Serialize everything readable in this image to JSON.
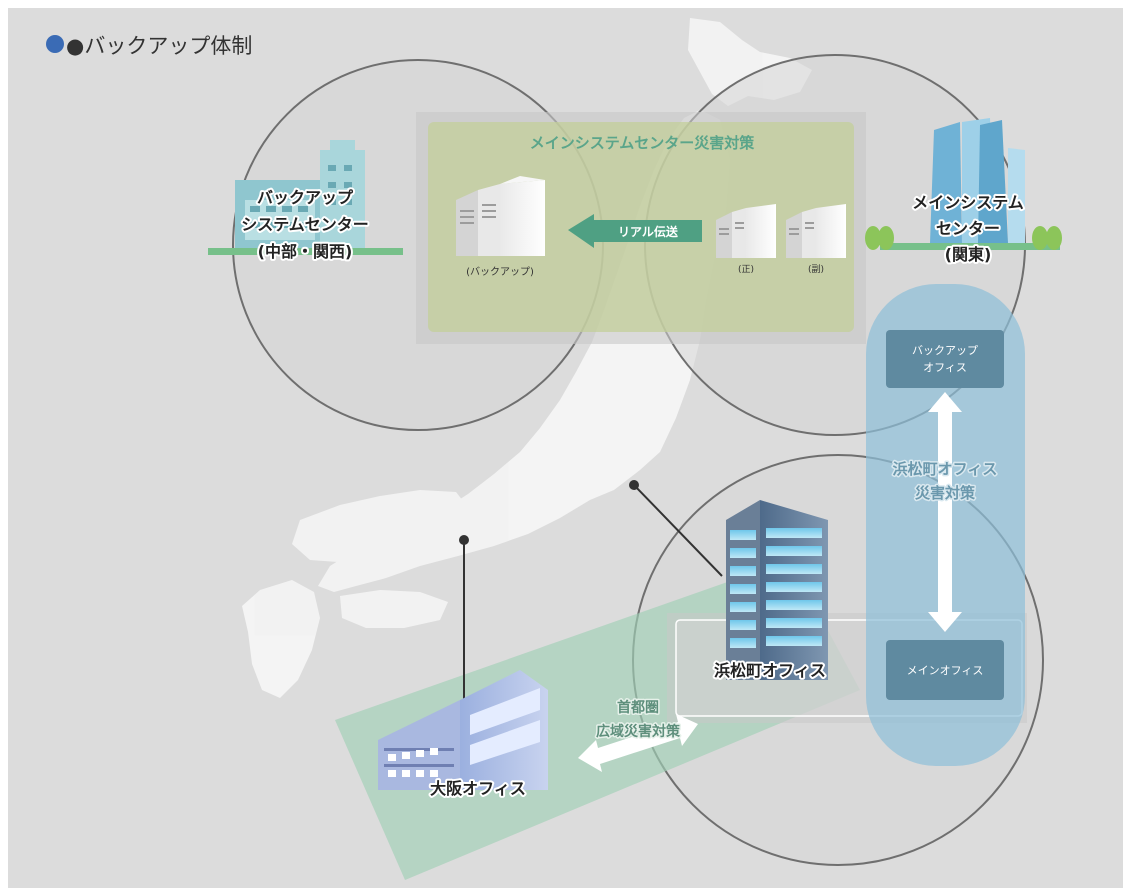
{
  "title": "●バックアップ体制",
  "main_center": {
    "lines": [
      "メインシステム",
      "センター",
      "(関東)"
    ]
  },
  "backup_center": {
    "lines": [
      "バックアップ",
      "システムセンター",
      "(中部・関西)"
    ]
  },
  "main_system_dr": {
    "title": "メインシステムセンター災害対策",
    "transfer_label": "リアル伝送",
    "backup_caption": "(バックアップ)",
    "primary_caption": "(正)",
    "secondary_caption": "(副)"
  },
  "hamamatsucho_dr": {
    "title_lines": [
      "浜松町オフィス",
      "災害対策"
    ],
    "backup_office_lines": [
      "バックアップ",
      "オフィス"
    ],
    "main_office_label": "メインオフィス"
  },
  "offices": {
    "hamamatsucho": "浜松町オフィス",
    "osaka": "大阪オフィス"
  },
  "metro_dr": {
    "lines": [
      "首都圏",
      "広域災害対策"
    ]
  },
  "colors": {
    "background": "#dcdcdc",
    "map_land": "#f4f4f4",
    "title_dot": "#3a6bb5",
    "green_panel": "#c3cf9a",
    "green_title": "#5aa58a",
    "transfer_arrow": "#4fa083",
    "blue_capsule": "#8dbfd8",
    "blue_box": "#5f8aa0",
    "blue_title": "#6b98ad",
    "teal_band": "#9fcfb5"
  }
}
